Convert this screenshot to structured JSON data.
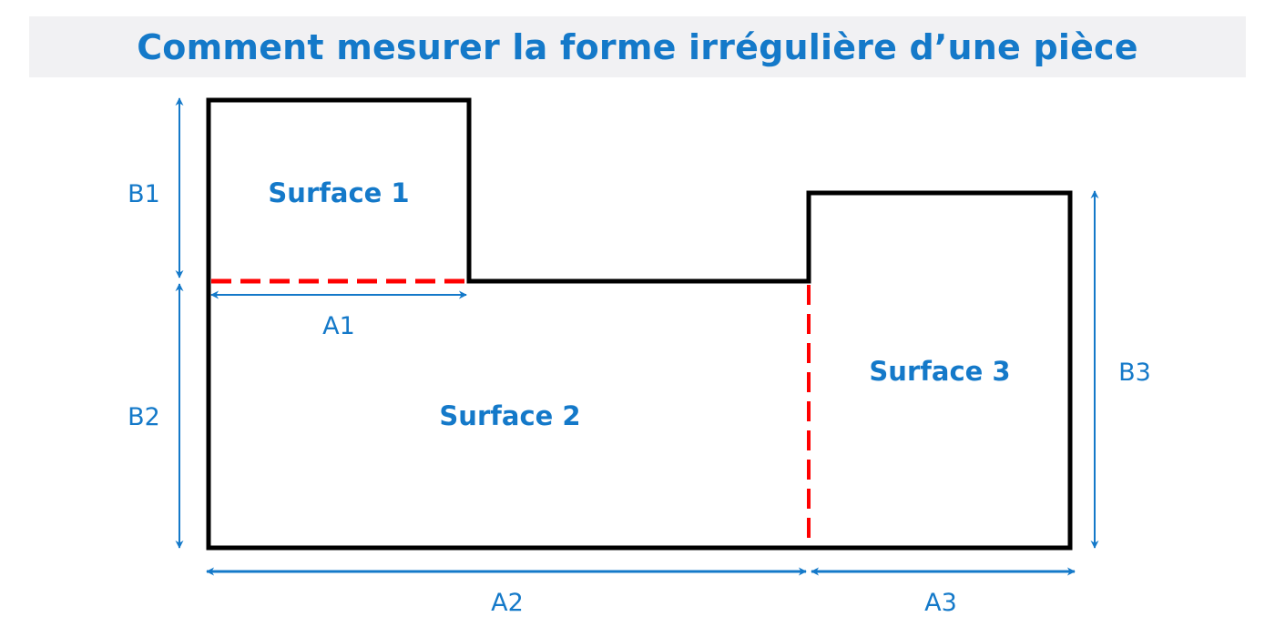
{
  "header": {
    "title": "Comment mesurer la forme irrégulière d’une pièce"
  },
  "colors": {
    "accent": "#1479c9",
    "outline": "#000000",
    "divider": "#ff0000",
    "title_bg": "#f1f1f3"
  },
  "diagram": {
    "surfaces": [
      {
        "label": "Surface 1"
      },
      {
        "label": "Surface 2"
      },
      {
        "label": "Surface 3"
      }
    ],
    "dimensions": {
      "b1": "B1",
      "b2": "B2",
      "b3": "B3",
      "a1": "A1",
      "a2": "A2",
      "a3": "A3"
    }
  }
}
